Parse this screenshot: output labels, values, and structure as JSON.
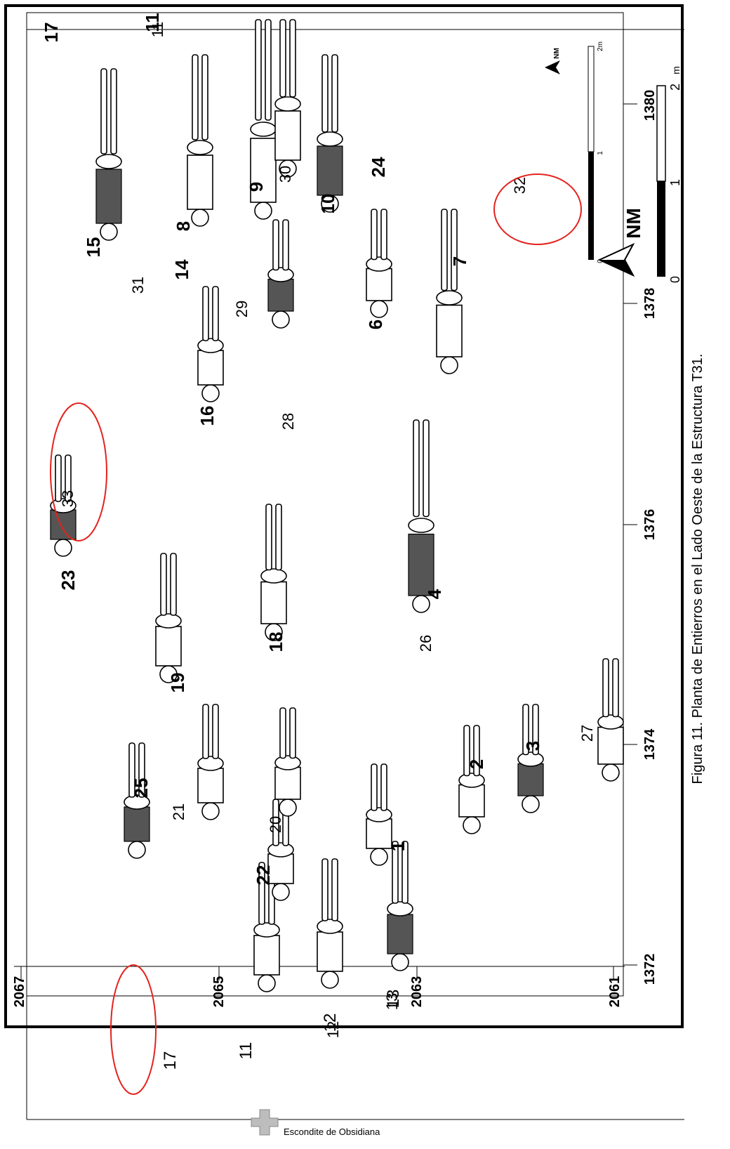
{
  "figure": {
    "caption": "Figura 11. Planta de Entierros en el Lado Oeste de la Estructura T31.",
    "north_label": "NM",
    "scale_labels": [
      "0",
      "1",
      "2",
      "m"
    ],
    "inner_scale_labels": [
      "0",
      "1",
      "2m"
    ],
    "axis_labels_x": [
      "1372",
      "1374",
      "1376",
      "1378",
      "1380"
    ],
    "axis_labels_y": [
      "2067",
      "2065",
      "2063",
      "2061"
    ],
    "corner_labels": [
      "17",
      "11"
    ],
    "outside_labels": [
      "17",
      "11",
      "12",
      "13"
    ],
    "burials": [
      "1",
      "2",
      "3",
      "4",
      "6",
      "7",
      "8",
      "9",
      "10",
      "11",
      "12",
      "13",
      "14",
      "15",
      "16",
      "18",
      "19",
      "20",
      "21",
      "22",
      "23",
      "24",
      "25",
      "26",
      "27",
      "28",
      "29",
      "30",
      "31",
      "32",
      "33"
    ],
    "highlighted_burials": [
      "32",
      "33"
    ],
    "legend": {
      "icon": "plus-shape-icon",
      "label": "Escondite de Obsidiana"
    },
    "colors": {
      "highlight": "#e3231e",
      "ink": "#000000",
      "cache": "#bdbdbd"
    }
  }
}
